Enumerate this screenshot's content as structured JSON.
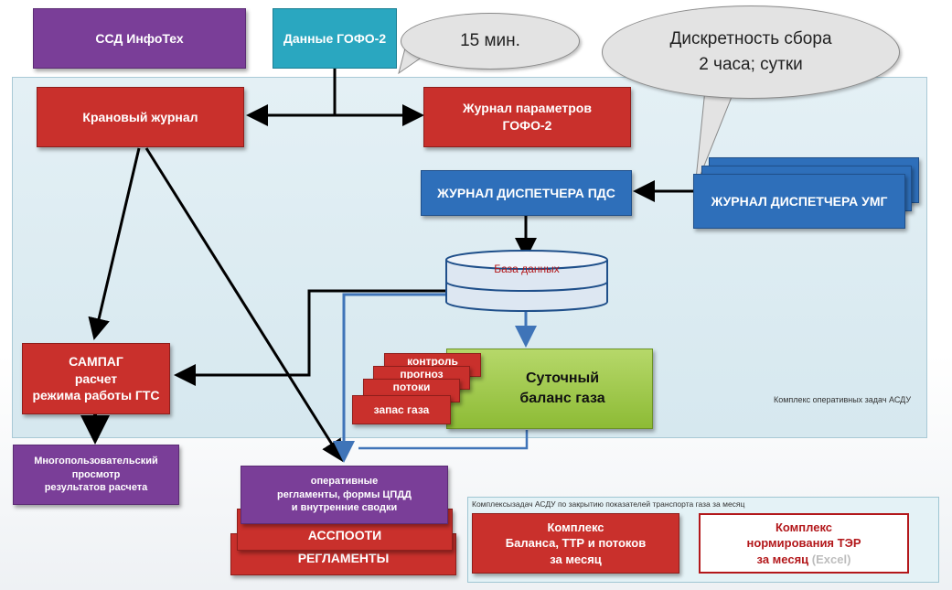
{
  "nodes": {
    "ssd": "ССД ИнфоТех",
    "gofo_data": "Данные ГОФО-2",
    "crane_journal": "Крановый журнал",
    "gofo_journal": "Журнал параметров\nГОФО-2",
    "pds_journal": "ЖУРНАЛ ДИСПЕТЧЕРА ПДС",
    "umg_journal": "ЖУРНАЛ ДИСПЕТЧЕРА УМГ",
    "database": "База данных",
    "sampag": "САМПАГ\nрасчет\nрежима работы ГТС",
    "balance": "Суточный\nбаланс газа",
    "stack_control": "контроль",
    "stack_forecast": "прогноз",
    "stack_flows": "потоки",
    "stack_reserve": "запас газа",
    "multiuser": "Многопользовательский\nпросмотр\nрезультатов расчета",
    "oper_regs": "оперативные\nрегламенты, формы ЦПДД\nи внутренние сводки",
    "asspooti": "АССПООТИ",
    "reglamenty": "РЕГЛАМЕНТЫ",
    "complex_balance": "Комплекс\nБаланса, ТТР и потоков\nза месяц",
    "complex_ter_main": "Комплекс\nнормирования ТЭР\nза месяц",
    "complex_ter_excel": " (Excel)"
  },
  "callouts": {
    "min15": "15 мин.",
    "discretion": "Дискретность сбора\n2 часа; сутки"
  },
  "labels": {
    "oper_complex": "Комплекс оперативных задач АСДУ",
    "month_complex": "Комплексызадач АСДУ по закрытию показателей транспорта газа за месяц"
  },
  "colors": {
    "purple": "#7a3e98",
    "red": "#c9302c",
    "blue": "#2e6fba",
    "teal": "#2aa7c0",
    "green": "#8dbb35"
  }
}
